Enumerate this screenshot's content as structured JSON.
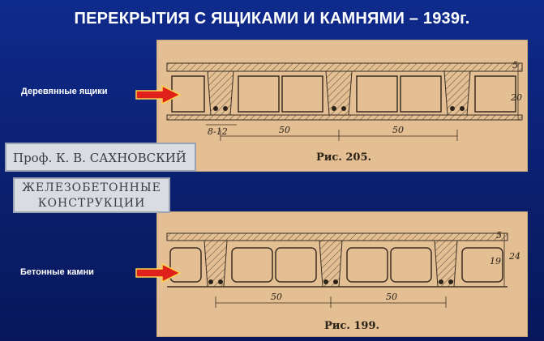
{
  "slide": {
    "title": "ПЕРЕКРЫТИЯ С ЯЩИКАМИ И КАМНЯМИ – 1939г."
  },
  "labels": {
    "wooden_boxes": "Деревянные ящики",
    "concrete_stones": "Бетонные камни"
  },
  "book": {
    "author": "Проф.  К.  В.  САХНОВСКИЙ",
    "title_line1": "ЖЕЛЕЗОБЕТОННЫЕ",
    "title_line2": "КОНСТРУКЦИИ"
  },
  "figure_top": {
    "caption": "Рис. 205.",
    "dim_span1": "50",
    "dim_span2": "50",
    "dim_rib": "8-12",
    "dim_top": "5",
    "dim_height": "20"
  },
  "figure_bottom": {
    "caption": "Рис. 199.",
    "dim_span1": "50",
    "dim_span2": "50",
    "dim_a": "19",
    "dim_b": "24",
    "dim_c": "5"
  },
  "colors": {
    "background": "#0a1f6e",
    "arrow": "#e0201a",
    "paper": "#e3bf93"
  }
}
